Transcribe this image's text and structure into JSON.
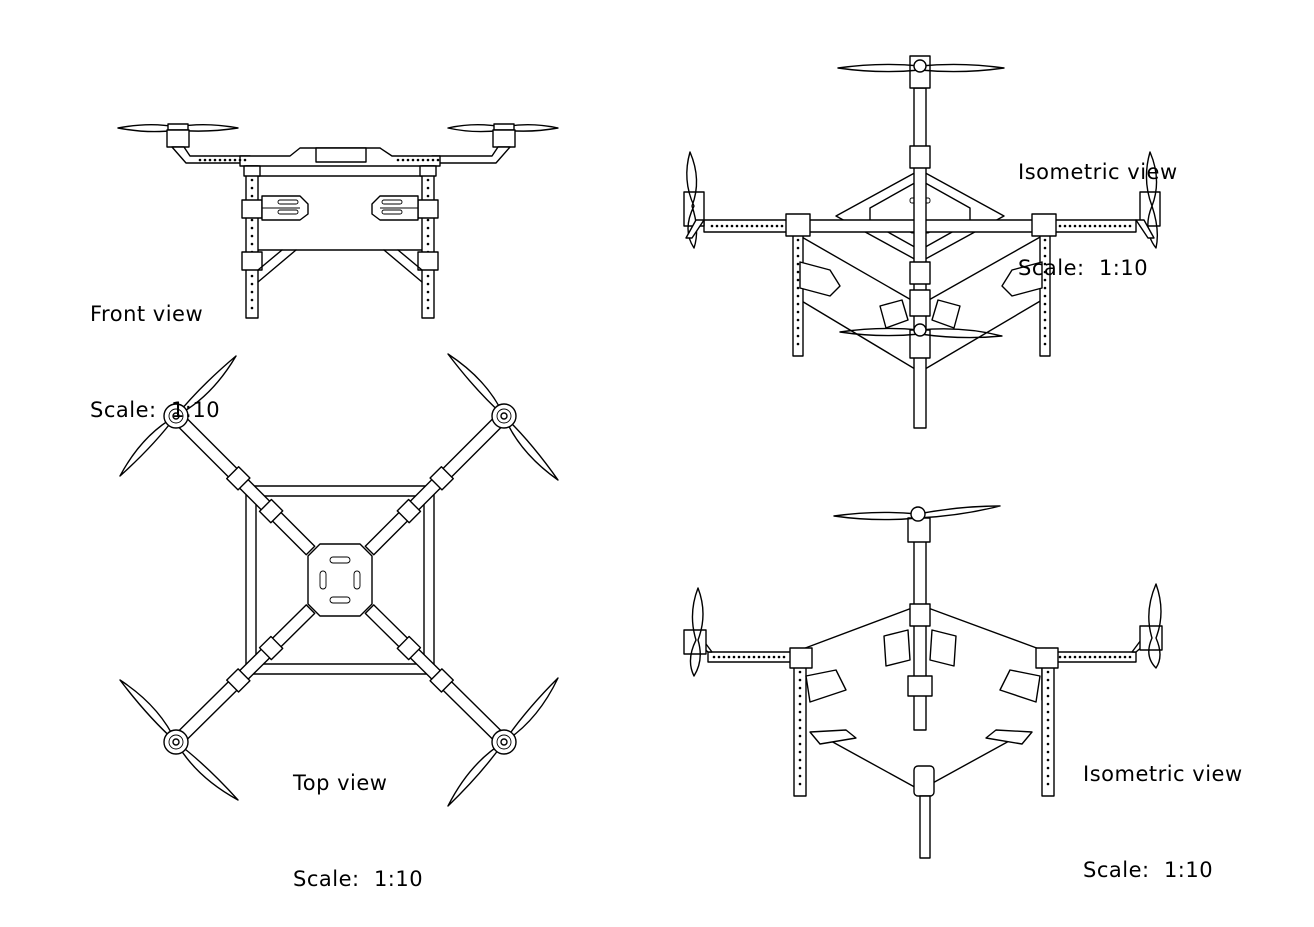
{
  "drawing": {
    "line_color": "#000000",
    "background": "#ffffff",
    "views": [
      {
        "id": "front",
        "title": "Front view",
        "scale_label": "Scale:",
        "scale_value": "1:10"
      },
      {
        "id": "top",
        "title": "Top view",
        "scale_label": "Scale:",
        "scale_value": "1:10"
      },
      {
        "id": "iso_top",
        "title": "Isometric view",
        "scale_label": "Scale:",
        "scale_value": "1:10"
      },
      {
        "id": "iso_bottom",
        "title": "Isometric view",
        "scale_label": "Scale:",
        "scale_value": "1:10"
      }
    ]
  }
}
